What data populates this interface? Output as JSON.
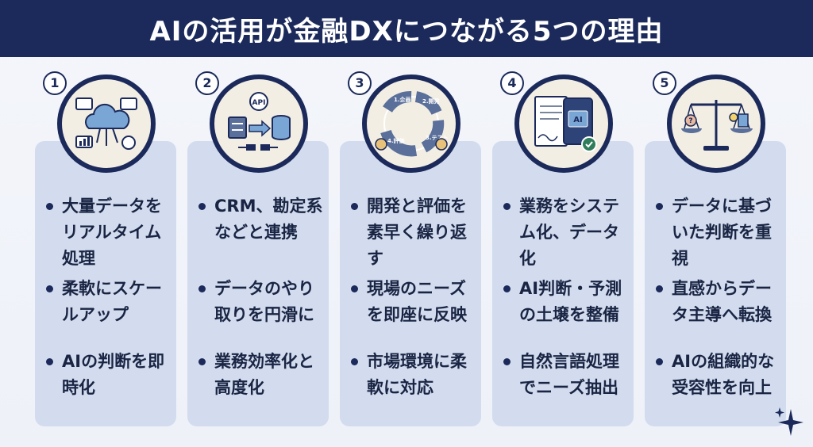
{
  "title": "AIの活用が金融DXにつながる5つの理由",
  "colors": {
    "navy": "#1b2a5a",
    "card": "#d3dcee",
    "icon_bg": "#f3eee4"
  },
  "columns": [
    {
      "number": "1",
      "icon": "cloud-data-analytics-icon",
      "bullets": [
        "大量データをリアルタイム処理",
        "柔軟にスケールアップ",
        "AIの判断を即時化"
      ]
    },
    {
      "number": "2",
      "icon": "api-integration-icon",
      "bullets": [
        "CRM、勘定系などと連携",
        "データのやり取りを円滑に",
        "業務効率化と高度化"
      ]
    },
    {
      "number": "3",
      "icon": "development-cycle-icon",
      "cycle_labels": [
        "1.企画",
        "2.開発",
        "3.テスト",
        "4.評価"
      ],
      "bullets": [
        "開発と評価を素早く繰り返す",
        "現場のニーズを即座に反映",
        "市場環境に柔軟に対応"
      ]
    },
    {
      "number": "4",
      "icon": "digital-document-ai-icon",
      "icon_text": "AI",
      "bullets": [
        "業務をシステム化、データ化",
        "AI判断・予測の土壌を整備",
        "自然言語処理でニーズ抽出"
      ]
    },
    {
      "number": "5",
      "icon": "balance-scale-icon",
      "bullets": [
        "データに基づいた判断を重視",
        "直感からデータ主導へ転換",
        "AIの組織的な受容性を向上"
      ]
    }
  ]
}
